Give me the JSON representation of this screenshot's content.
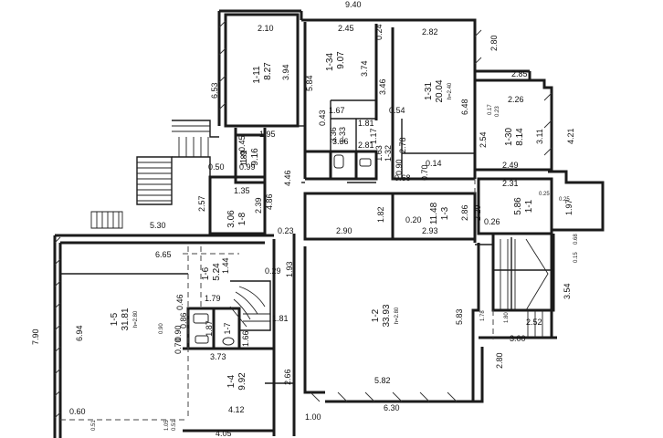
{
  "rooms": [
    {
      "id": "1-11",
      "area": "8.27"
    },
    {
      "id": "1-34",
      "area": "9.07"
    },
    {
      "id": "1-31",
      "area": "20.04",
      "height": "h=2.40"
    },
    {
      "id": "1-30",
      "area": "8.14"
    },
    {
      "id": "1-33",
      "area": "3.36"
    },
    {
      "id": "1-32",
      "area": "1.63"
    },
    {
      "id": "1-9",
      "area": "9.16"
    },
    {
      "id": "1-3",
      "area": "11.48"
    },
    {
      "id": "1-1",
      "area": "5.86"
    },
    {
      "id": "1-8",
      "area": "3.06"
    },
    {
      "id": "1-6",
      "area": "5.24"
    },
    {
      "id": "1-5",
      "area": "31.81",
      "height": "h=2.80"
    },
    {
      "id": "1-2",
      "area": "33.93",
      "height": "h=2.80"
    },
    {
      "id": "1-4",
      "area": "9.92"
    },
    {
      "id": "1-7",
      "area": "1.87"
    }
  ],
  "dimensions": [
    "9.40",
    "2.10",
    "2.45",
    "0.24",
    "2.82",
    "2.80",
    "2.85",
    "2.26",
    "3.94",
    "5.84",
    "3.74",
    "3.46",
    "6.48",
    "0.17",
    "0.23",
    "2.54",
    "3.11",
    "4.21",
    "6.53",
    "1.67",
    "1.81",
    "0.54",
    "0.43",
    "1.95",
    "0.45",
    "1.17",
    "2.78",
    "2.81",
    "0.14",
    "0.68",
    "0.70",
    "1.81",
    "0.99",
    "0.50",
    "4.46",
    "2.49",
    "2.31",
    "0.25",
    "1.97",
    "1.35",
    "2.57",
    "4.86",
    "0.23",
    "2.39",
    "1.82",
    "0.20",
    "2.86",
    "2.90",
    "2.93",
    "0.26",
    "2.29",
    "5.30",
    "6.65",
    "1.44",
    "0.29",
    "1.93",
    "0.90",
    "0.46",
    "0.15",
    "0.68",
    "1.79",
    "0.86",
    "0.90",
    "0.70",
    "1.66",
    "3.73",
    "1.78",
    "5.83",
    "3.54",
    "1.80",
    "2.52",
    "3.00",
    "2.80",
    "7.90",
    "6.94",
    "2.66",
    "4.12",
    "5.82",
    "6.30",
    "0.60",
    "0.51",
    "4.05",
    "1.00",
    "0.51",
    "1.05",
    "0.25",
    "3.36",
    "0.90",
    "1.81"
  ]
}
